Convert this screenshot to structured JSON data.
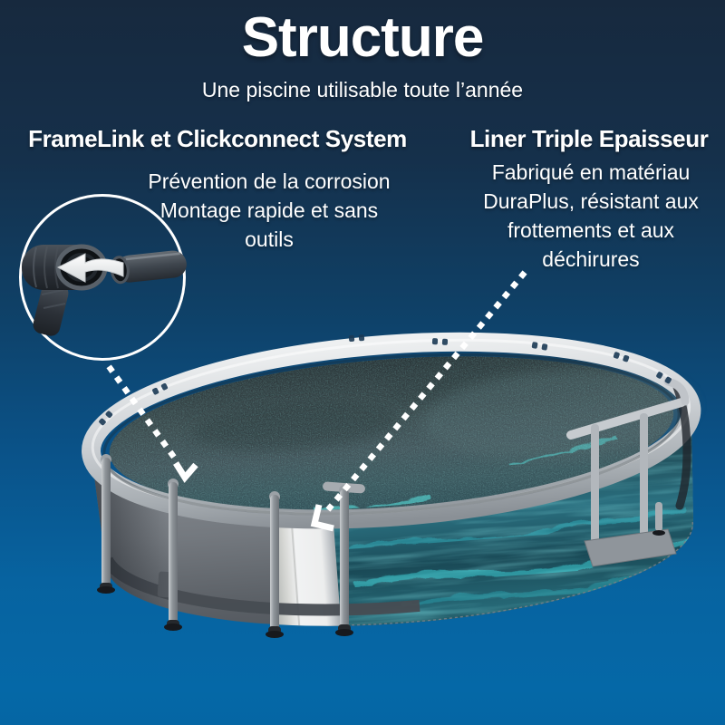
{
  "page": {
    "title": "Structure",
    "subtitle": "Une piscine utilisable toute l’année"
  },
  "features": {
    "left": {
      "heading": "FrameLink et Clickconnect System",
      "lines": [
        "Prévention de la corrosion",
        "Montage rapide et sans",
        "outils"
      ]
    },
    "right": {
      "heading": "Liner Triple Epaisseur",
      "lines": [
        "Fabriqué en matériau",
        "DuraPlus, résistant aux",
        "frottements et aux",
        "déchirures"
      ]
    }
  },
  "icons": {
    "callout_left": "dotted-arrow-icon",
    "callout_right": "dotted-arrow-icon",
    "inset_arrow": "insert-direction-arrow-icon"
  },
  "illustration": {
    "pool": "oval-frame-pool-with-ladder",
    "inset": "frame-pipe-connector-detail"
  },
  "colors": {
    "background_top": "#17293e",
    "background_bottom": "#0566a4",
    "text": "#ffffff",
    "water_accent": "#45d6da",
    "frame_gray": "#cdd1d5",
    "liner_gray": "#5f656b",
    "clip_blue": "#1b3a55"
  }
}
